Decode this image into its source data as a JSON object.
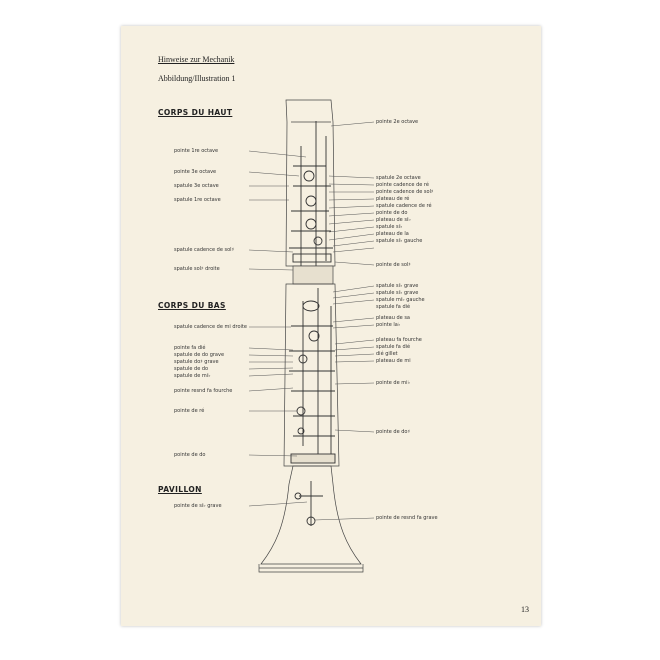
{
  "header": {
    "title": "Hinweise zur Mechanik",
    "subtitle": "Abbildung/Illustration 1"
  },
  "sections": {
    "upper": "CORPS DU HAUT",
    "lower": "CORPS DU BAS",
    "bell": "PAVILLON"
  },
  "labels": {
    "upper_left": [
      "pointe 1re octave",
      "pointe 3e octave",
      "spatule 3e octave",
      "spatule 1re octave",
      "spatule cadence de sol♯",
      "spatule sol♯ droite"
    ],
    "upper_right": [
      "pointe 2e octave",
      "spatule 2e octave",
      "pointe cadence de ré",
      "pointe cadence de sol♯",
      "plateau de ré",
      "spatule cadence de ré",
      "pointe de do",
      "plateau de si♭",
      "spatule si♭",
      "plateau de la",
      "spatule si♭ gauche",
      "pointe de sol♯"
    ],
    "lower_left": [
      "spatule cadence de mi droite",
      "pointe fa dié",
      "spatule de do grave",
      "spatule do♯ grave",
      "spatule de do",
      "spatule de mi♭",
      "pointe resnd fa fourche",
      "pointe de ré",
      "pointe de do"
    ],
    "lower_right": [
      "spatule si♭ grave",
      "spatule si♭ grave",
      "spatule mi♭ gauche",
      "spatule fa dié",
      "plateau de sa",
      "pointe la♭",
      "plateau fa fourche",
      "spatule fa dié",
      "dié gillet",
      "plateau de mi",
      "pointe de mi♭",
      "pointe de do♯"
    ],
    "bell_left": [
      "pointe de si♭ grave"
    ],
    "bell_right": [
      "pointe de resnd fa grave"
    ]
  },
  "page_number": "13",
  "colors": {
    "paper": "#f6f0e1",
    "ink": "#333333"
  }
}
